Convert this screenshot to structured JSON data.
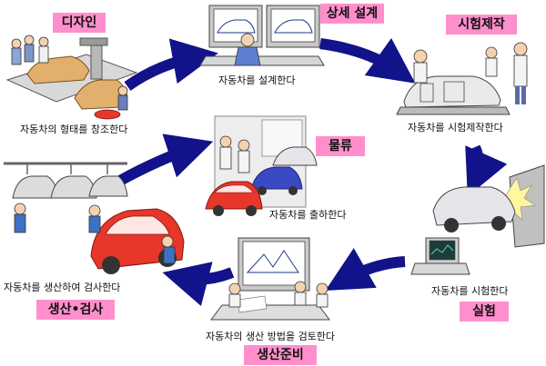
{
  "stages": {
    "design": {
      "tag": "디자인",
      "caption": "자동차의 형태를 창조한다"
    },
    "detail_design": {
      "tag": "상세 설계",
      "caption": "자동차를 설계한다"
    },
    "prototype": {
      "tag": "시험제작",
      "caption": "자동차를 시험제작한다"
    },
    "testing": {
      "tag": "실험",
      "caption": "자동차를 시험한다"
    },
    "production_prep": {
      "tag": "생산준비",
      "caption": "자동차의 생산 방법을 검토한다"
    },
    "production_inspection": {
      "tag": "생산•검사",
      "caption": "자동차를 생산하여 검사한다"
    },
    "logistics": {
      "tag": "물류",
      "caption": "자동차를 출하한다"
    }
  },
  "colors": {
    "tag_background": "#ff8fcc",
    "arrow": "#12128a",
    "car_red": "#e8362a",
    "car_blue": "#3a49c4",
    "car_white": "#e6e6ea",
    "clay_tan": "#e0b06c"
  }
}
